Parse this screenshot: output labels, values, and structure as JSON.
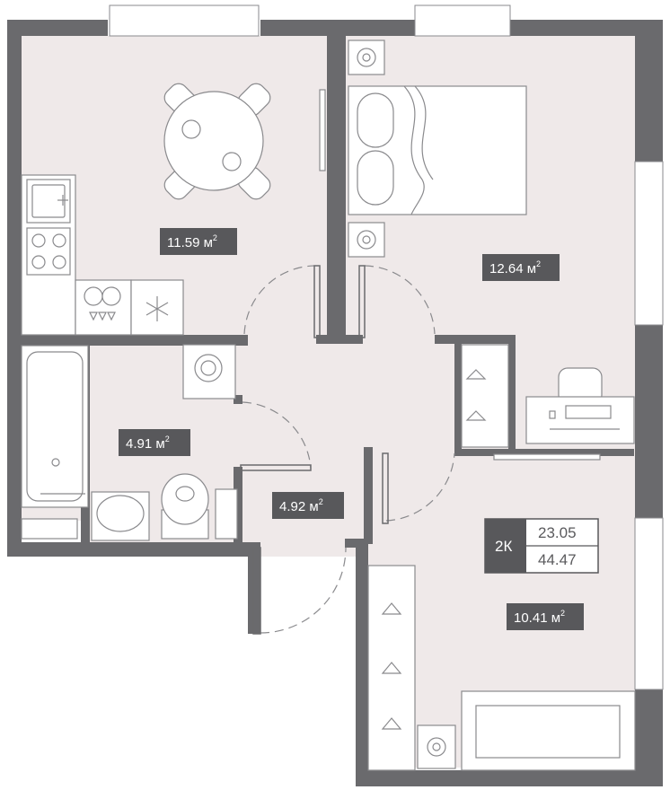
{
  "rooms": {
    "kitchen_area": "11.59 м",
    "bedroom_area": "12.64 м",
    "bathroom_area": "4.91 м",
    "hall_area": "4.92 м",
    "room2_area": "10.41 м",
    "area_superscript": "2"
  },
  "info": {
    "type": "2К",
    "living_area": "23.05",
    "total_area": "44.47"
  },
  "colors": {
    "wall": "#6a6a6d",
    "floor": "#efe9e9",
    "label_bg": "#58585b",
    "line": "#8a8a8d"
  }
}
